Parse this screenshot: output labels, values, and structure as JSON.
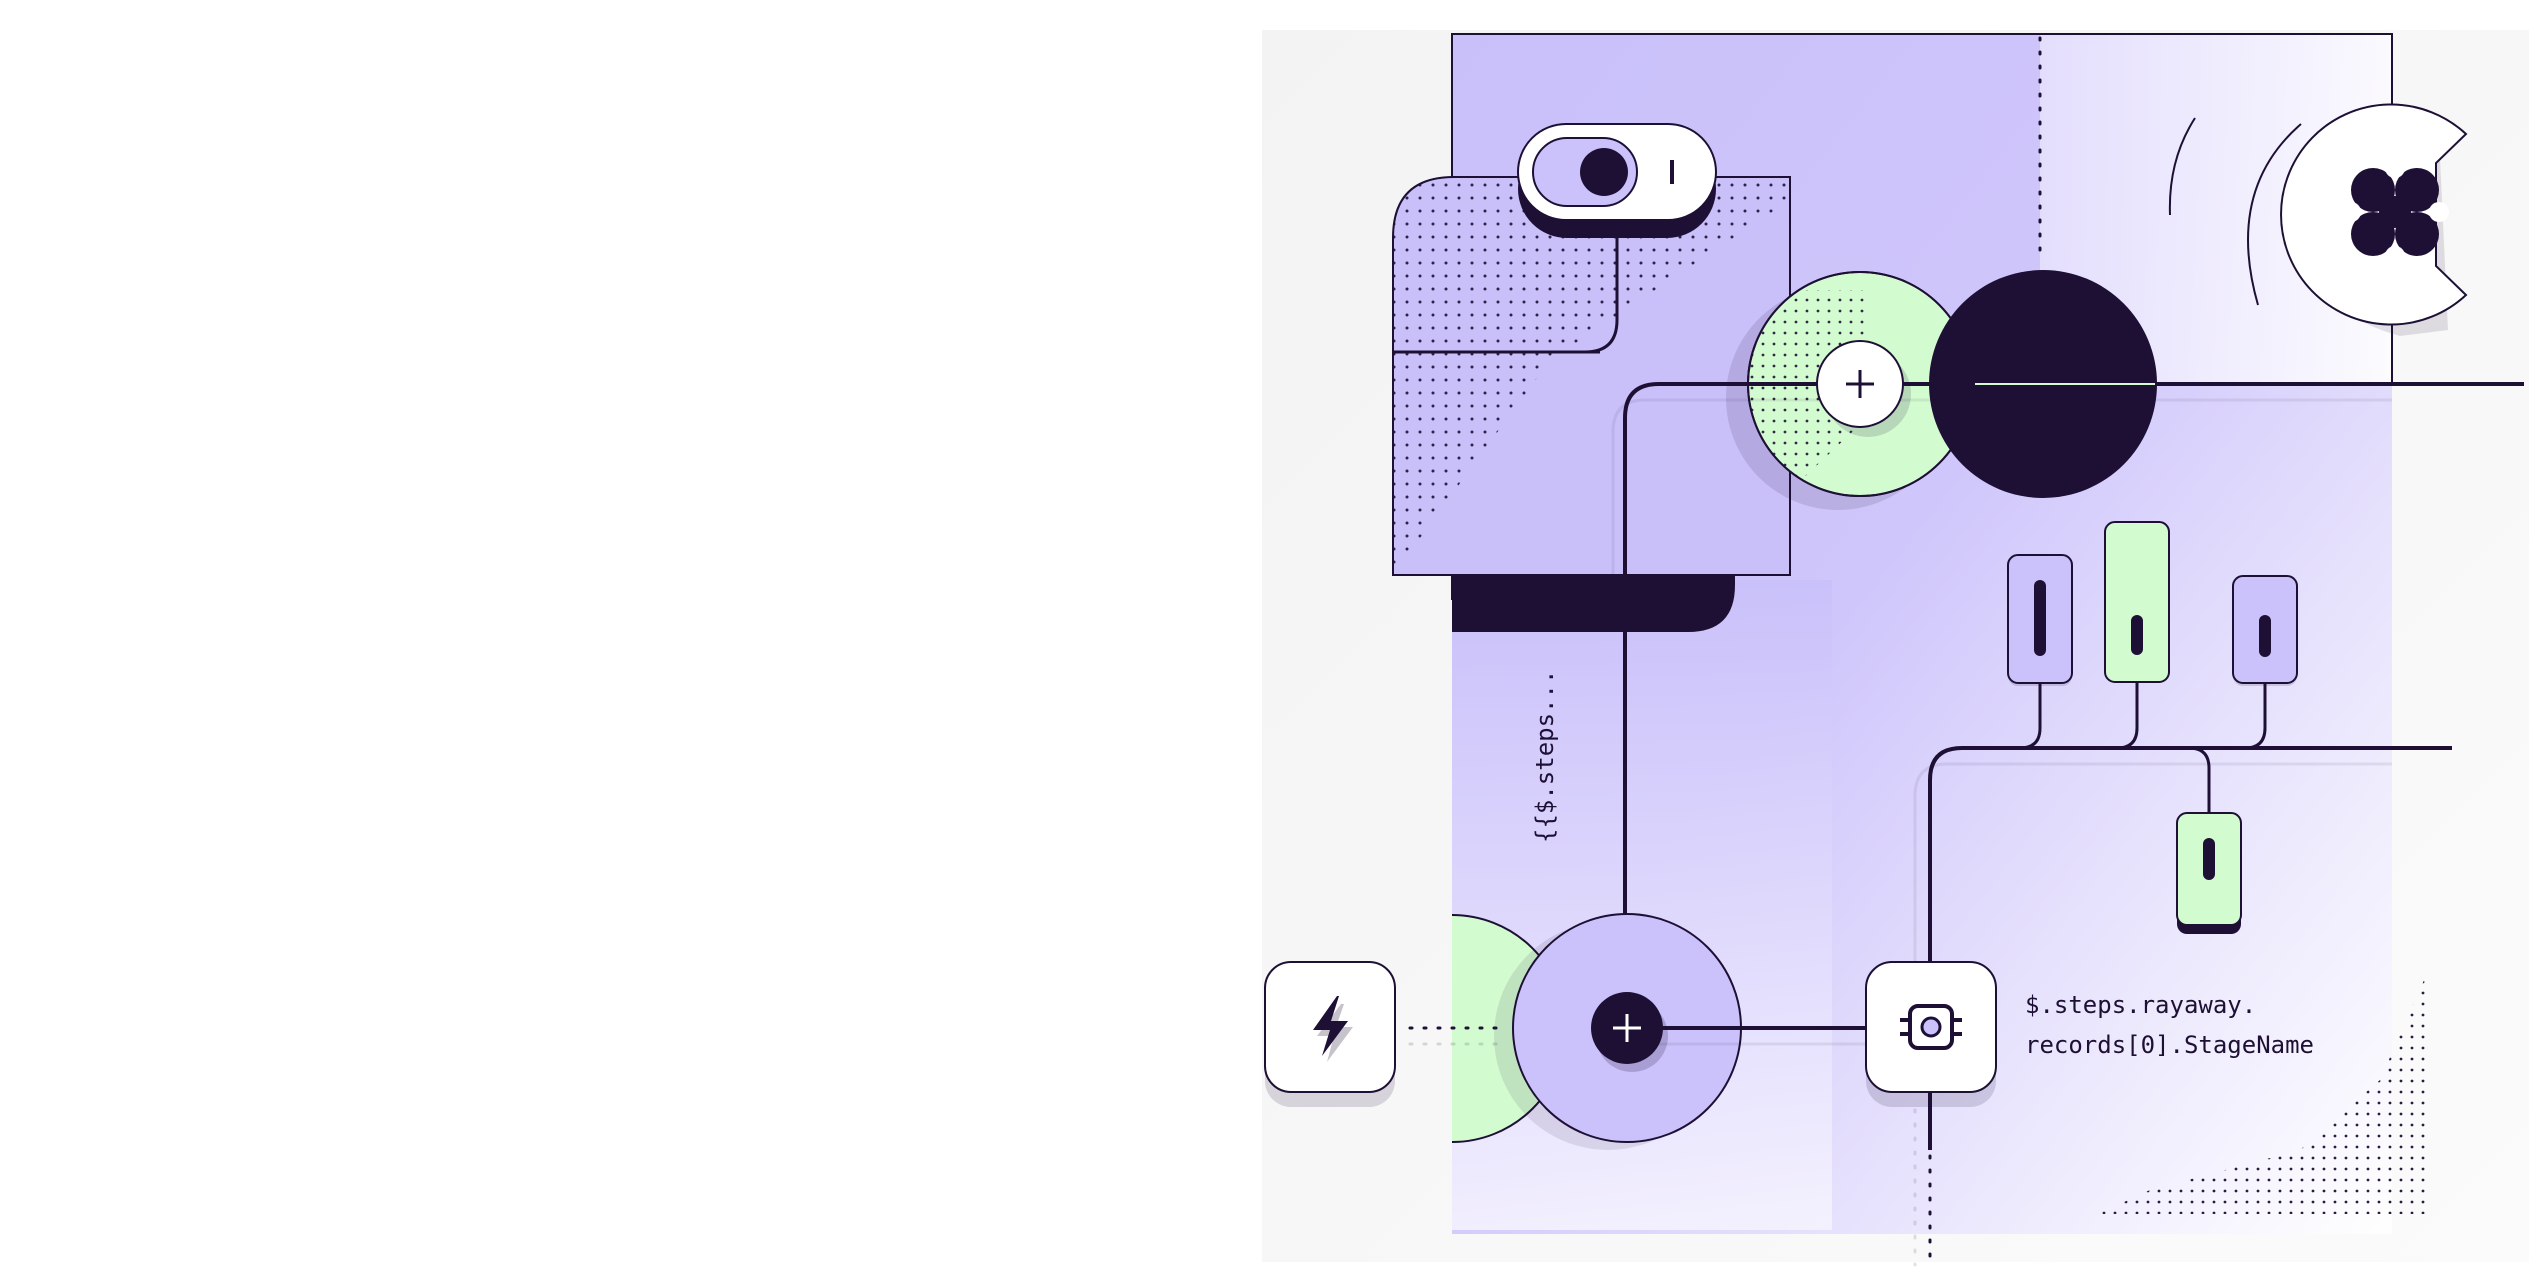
{
  "code": {
    "vertical_snippet": "{{$.steps...",
    "line1": "$.steps.rayaway.",
    "line2": "records[0].StageName"
  },
  "icons": {
    "trigger": "lightning-icon",
    "connector": "chip-icon",
    "logo": "four-petal-logo-icon",
    "add_top": "plus-icon",
    "add_bottom": "plus-icon"
  },
  "colors": {
    "ink": "#1e1035",
    "lavender": "#cbc2fb",
    "lavender_light": "#e8e3fd",
    "mint": "#d3fbd0",
    "panel": "#f9f9f9",
    "white": "#ffffff"
  },
  "toggle": {
    "state": "on"
  }
}
